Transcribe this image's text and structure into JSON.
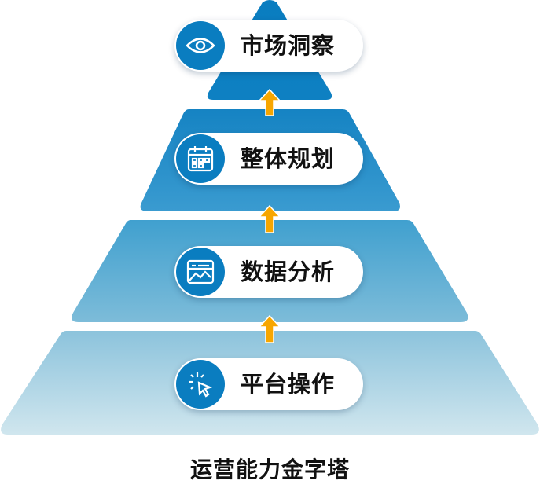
{
  "tiers": [
    {
      "label": "市场洞察",
      "icon": "eye-icon"
    },
    {
      "label": "整体规划",
      "icon": "calendar-icon"
    },
    {
      "label": "数据分析",
      "icon": "chart-window-icon"
    },
    {
      "label": "平台操作",
      "icon": "cursor-click-icon"
    }
  ],
  "caption": "运营能力金字塔",
  "colors": {
    "primary": "#0a7dc0",
    "arrow": "#f7a600"
  }
}
